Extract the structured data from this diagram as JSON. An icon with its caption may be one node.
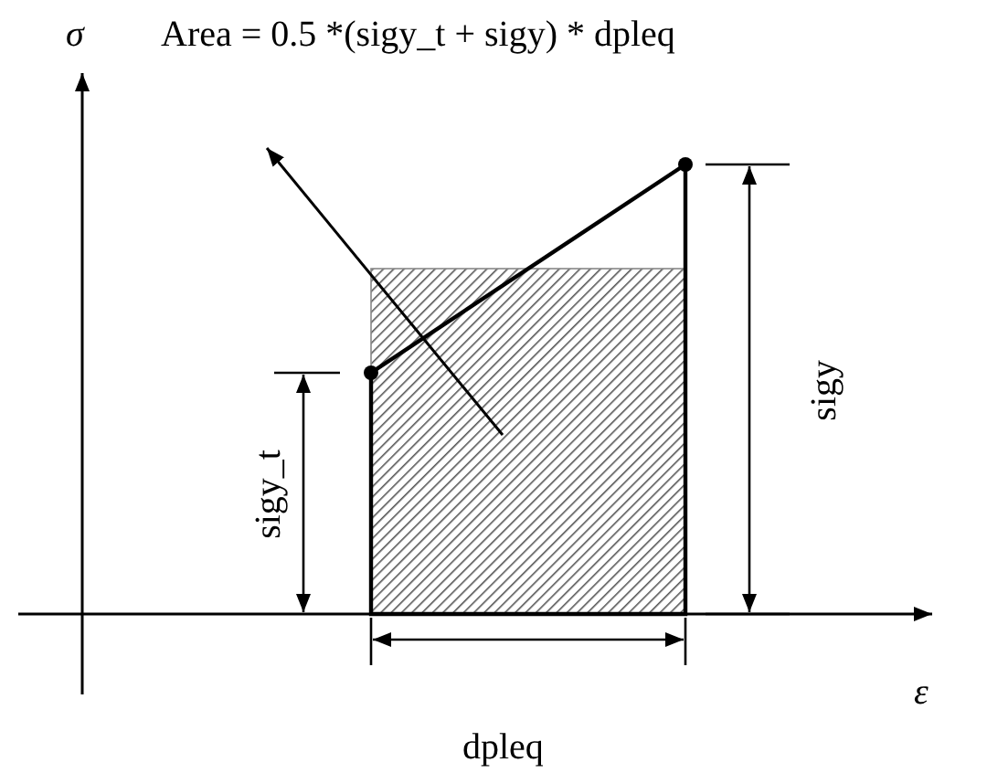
{
  "diagram": {
    "nodes": [
      {
        "text": [
          "Area = 0.5 *(sigy_t + sigy) * dpleq"
        ]
      },
      {
        "text": [],
        "shape": "box"
      }
    ],
    "edges": [
      {
        "from": 1,
        "to": 0,
        "arrow": "to"
      }
    ],
    "labels": [
      "σ",
      "sigy_t",
      "sigy",
      "ε",
      "dpleq"
    ]
  }
}
